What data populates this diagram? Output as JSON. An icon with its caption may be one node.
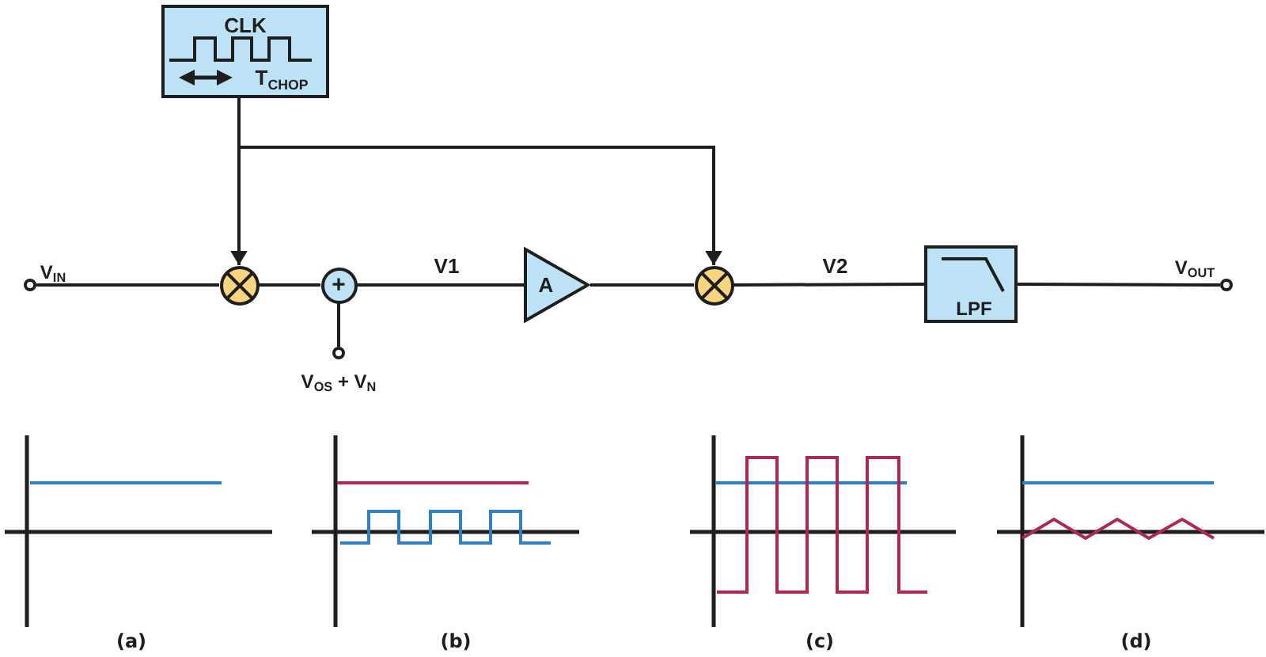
{
  "diagram": {
    "nodes": [
      {
        "text": [
          "CLK",
          "T$_{CHOP}$"
        ]
      },
      {
        "text": [],
        "shape": "circle",
        "beside": [
          "V$_{IN}$"
        ]
      },
      {
        "text": [],
        "shape": "circle"
      },
      {
        "text": [
          "+"
        ]
      },
      {
        "text": [],
        "shape": "circle",
        "beside": [
          "V$_{OS}$ + V$_{N}$"
        ]
      },
      {
        "text": [
          "A"
        ]
      },
      {
        "text": [],
        "shape": "circle"
      },
      {
        "text": [
          "LPF"
        ]
      },
      {
        "text": [],
        "shape": "circle",
        "beside": [
          "V$_{OUT}$"
        ]
      }
    ],
    "edges": [
      {
        "from": 0,
        "to": 2,
        "arrow": "to"
      },
      {
        "from": 0,
        "to": 6,
        "arrow": "to"
      },
      {
        "from": 1,
        "to": 2,
        "arrow": "none"
      },
      {
        "from": 2,
        "to": 3,
        "arrow": "none"
      },
      {
        "from": 4,
        "to": 3,
        "arrow": "none"
      },
      {
        "from": 3,
        "to": 5,
        "arrow": "none",
        "label": "V1"
      },
      {
        "from": 5,
        "to": 6,
        "arrow": "none"
      },
      {
        "from": 6,
        "to": 7,
        "arrow": "none",
        "label": "V2"
      },
      {
        "from": 7,
        "to": 8,
        "arrow": "none"
      }
    ],
    "labels": [
      "(a)",
      "(b)",
      "(c)",
      "(d)"
    ]
  }
}
